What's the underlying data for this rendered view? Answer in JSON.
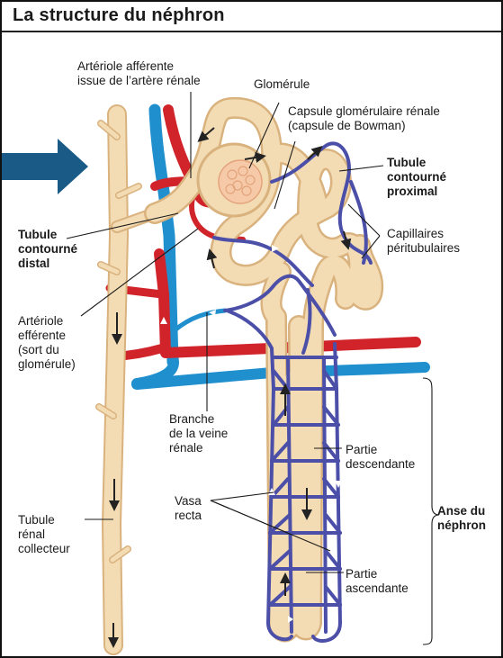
{
  "title": "La structure du néphron",
  "labels": {
    "arteriole_afferente": "Artériole afférente\nissue de l’artère rénale",
    "glomerule": "Glomérule",
    "capsule": "Capsule glomérulaire rénale\n(capsule de Bowman)",
    "tubule_proximal": "Tubule\ncontourné\nproximal",
    "capillaires": "Capillaires\npéritubulaires",
    "tubule_distal": "Tubule\ncontourné\ndistal",
    "arteriole_efferente": "Artériole\nefférente\n(sort du\nglomérule)",
    "branche_veine": "Branche\nde la veine\nrénale",
    "partie_descendante": "Partie\ndescendante",
    "vasa_recta": "Vasa\nrecta",
    "anse": "Anse du\nnéphron",
    "tubule_collecteur": "Tubule\nrénal\ncollecteur",
    "partie_ascendante": "Partie\nascendante"
  },
  "colors": {
    "tubule": "#f3dcb4",
    "tubule_edge": "#d9b27e",
    "artery": "#d1232a",
    "vein": "#1f8fce",
    "capillary": "#4b4fa8",
    "arrow_blue": "#1a5a86",
    "text": "#1a1a1a"
  }
}
